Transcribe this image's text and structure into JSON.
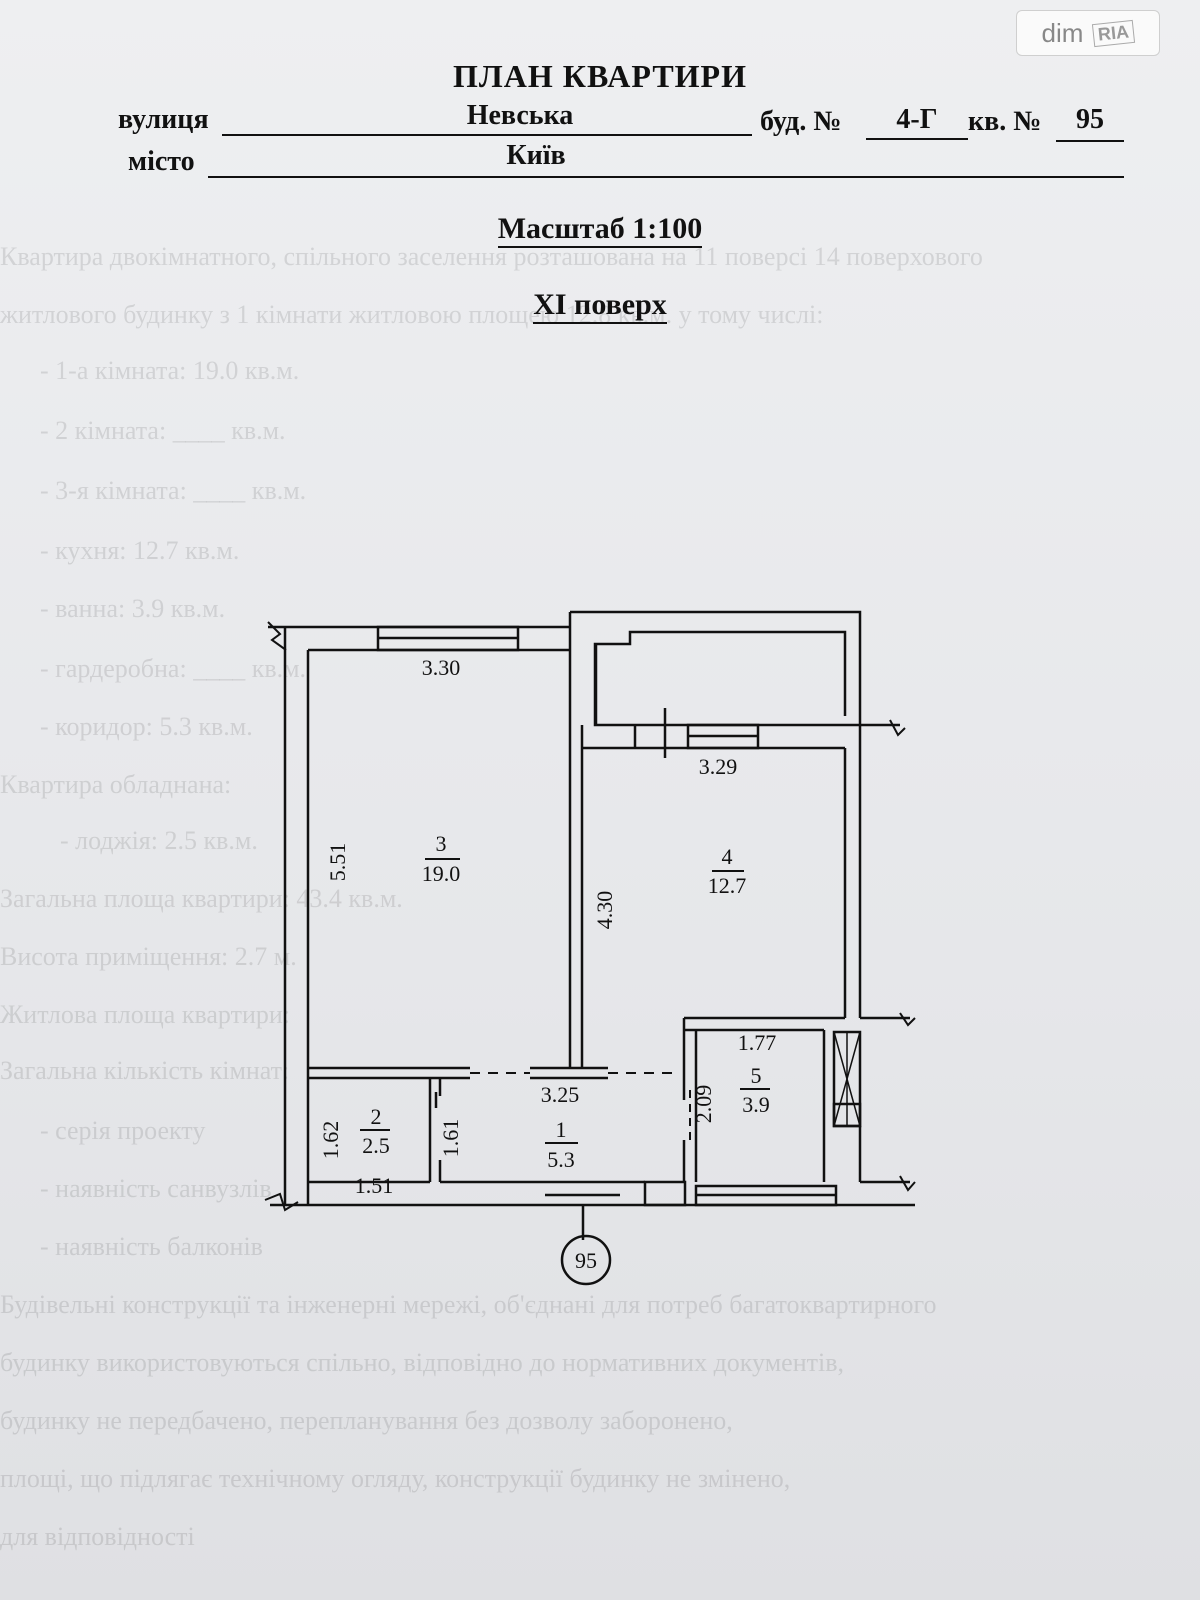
{
  "watermark": {
    "dim": "dim",
    "ria": "RIA"
  },
  "header": {
    "title": "ПЛАН КВАРТИРИ",
    "street_label": "вулиця",
    "street": "Невська",
    "building_label": "буд. №",
    "building": "4-Г",
    "apartment_label": "кв. №",
    "apartment": "95",
    "city_label": "місто",
    "city": "Київ",
    "scale": "Масштаб 1:100",
    "floor": "XI поверх"
  },
  "plan": {
    "apartment_marker": "95",
    "rooms": [
      {
        "number": "1",
        "area": "5.3"
      },
      {
        "number": "2",
        "area": "2.5"
      },
      {
        "number": "3",
        "area": "19.0"
      },
      {
        "number": "4",
        "area": "12.7"
      },
      {
        "number": "5",
        "area": "3.9"
      }
    ],
    "dimensions": {
      "room3_width": "3.30",
      "room3_length": "5.51",
      "room4_width": "3.29",
      "room4_length": "4.30",
      "room5_width": "1.77",
      "room5_length": "2.09",
      "room1_width": "3.25",
      "room1_length": "1.61",
      "room2_width": "1.51",
      "room2_length": "1.62"
    }
  },
  "background_text": [
    "Квартира двокімнатного, спільного заселення розташована на  11  поверсі  14 поверхового",
    "житлового будинку з  1  кімнати житловою площею  12.8  кв.м. у тому числі:",
    "- 1-а кімната:  19.0  кв.м.",
    "- 2 кімната:  ____  кв.м.",
    "- 3-я кімната:  ____  кв.м.",
    "- кухня:  12.7  кв.м.",
    "- ванна:  3.9  кв.м.",
    "- гардеробна:  ____  кв.м.",
    "- коридор:  5.3  кв.м.",
    "Квартира обладнана:",
    "- лоджія:  2.5  кв.м.",
    "Загальна площа квартири:  43.4  кв.м.",
    "Висота приміщення:  2.7  м.",
    "Житлова площа квартири:",
    "Загальна кількість кімнат:",
    "- серія проекту",
    "- наявність санвузлів",
    "- наявність балконів",
    "Будівельні конструкції та інженерні мережі, об'єднані для потреб багатоквартирного",
    "будинку використовуються спільно, відповідно до нормативних документів,",
    "будинку не передбачено, перепланування без дозволу заборонено,",
    "площі, що підлягає технічному огляду, конструкції будинку не змінено,",
    "для відповідності"
  ]
}
